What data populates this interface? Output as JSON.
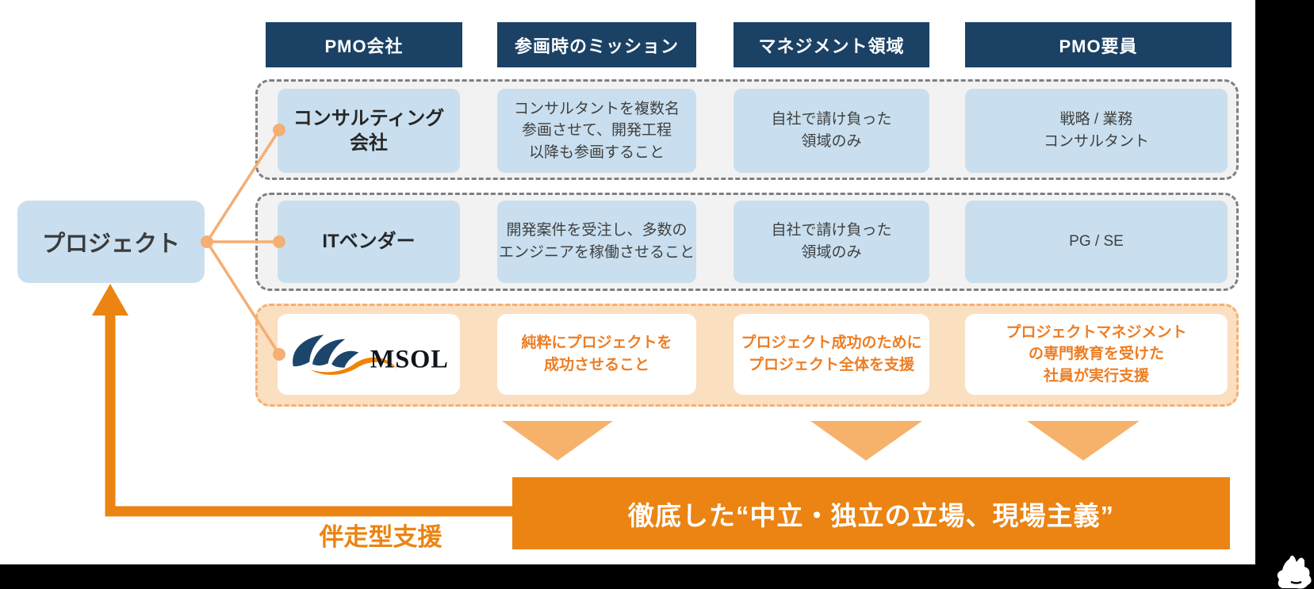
{
  "headers": [
    "PMO会社",
    "参画時のミッション",
    "マネジメント領域",
    "PMO要員"
  ],
  "project": {
    "label": "プロジェクト"
  },
  "rows": [
    {
      "company": "コンサルティング\n会社",
      "mission": "コンサルタントを複数名\n参画させて、開発工程\n以降も参画すること",
      "domain": "自社で請け負った\n領域のみ",
      "staff": "戦略 / 業務\nコンサルタント"
    },
    {
      "company": "ITベンダー",
      "mission": "開発案件を受注し、多数の\nエンジニアを稼働させること",
      "domain": "自社で請け負った\n領域のみ",
      "staff": "PG / SE"
    },
    {
      "company_logo": "MSOL",
      "mission": "純粋にプロジェクトを\n成功させること",
      "domain": "プロジェクト成功のために\nプロジェクト全体を支援",
      "staff": "プロジェクトマネジメント\nの専門教育を受けた\n社員が実行支援"
    }
  ],
  "banner": {
    "label": "徹底した“中立・独立の立場、現場主義”"
  },
  "support_label": "伴走型支援",
  "colors": {
    "header_navy": "#1B4165",
    "light_blue": "#C9DFEF",
    "row_gray_bg": "#F2F2F2",
    "row_gray_border": "#7F7F7F",
    "row_orange_bg": "#FBDFC1",
    "row_orange_border": "#F5AE73",
    "orange_text": "#ED7D23",
    "banner_orange": "#EB8412",
    "triangle_orange": "#F6B26B",
    "connector_orange": "#F5AE73",
    "logo_navy": "#1C456B",
    "logo_orange": "#F08300"
  }
}
